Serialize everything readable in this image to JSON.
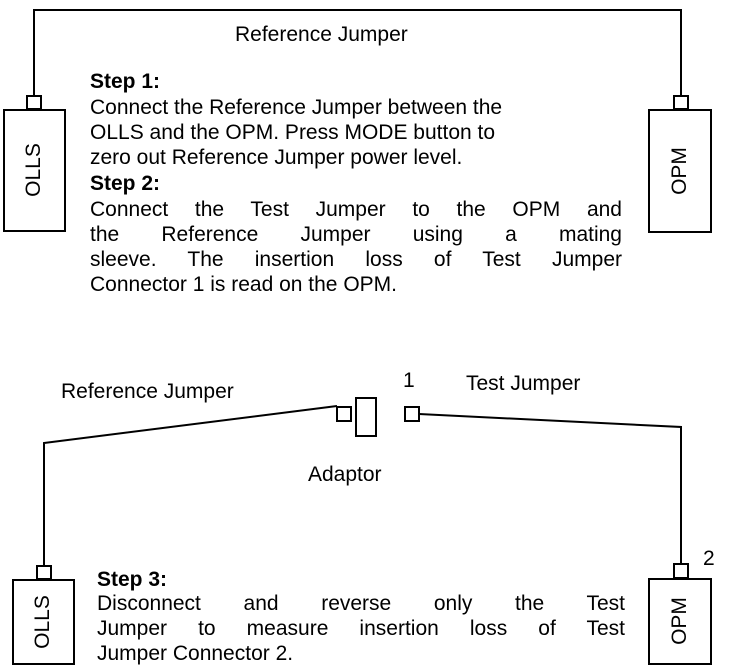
{
  "top": {
    "jumper_label": "Reference Jumper",
    "left_device": "OLLS",
    "right_device": "OPM",
    "step1_title": "Step 1:",
    "step1_lines": [
      "Connect the Reference Jumper between the",
      "OLLS and the OPM.  Press MODE button to",
      "zero out Reference Jumper power level."
    ],
    "step2_title": "Step 2:",
    "step2_lines": [
      "Connect the Test Jumper to the OPM and",
      "the Reference Jumper using a mating",
      "sleeve. The insertion loss of Test Jumper",
      "Connector 1 is read on the OPM."
    ]
  },
  "bottom": {
    "ref_jumper_label": "Reference Jumper",
    "test_jumper_label": "Test Jumper",
    "connector1_label": "1",
    "connector2_label": "2",
    "adaptor_label": "Adaptor",
    "left_device": "OLLS",
    "right_device": "OPM",
    "step3_title": "Step 3:",
    "step3_lines": [
      "Disconnect and reverse only the Test",
      "Jumper to measure insertion loss of Test",
      "Jumper Connector 2."
    ]
  }
}
